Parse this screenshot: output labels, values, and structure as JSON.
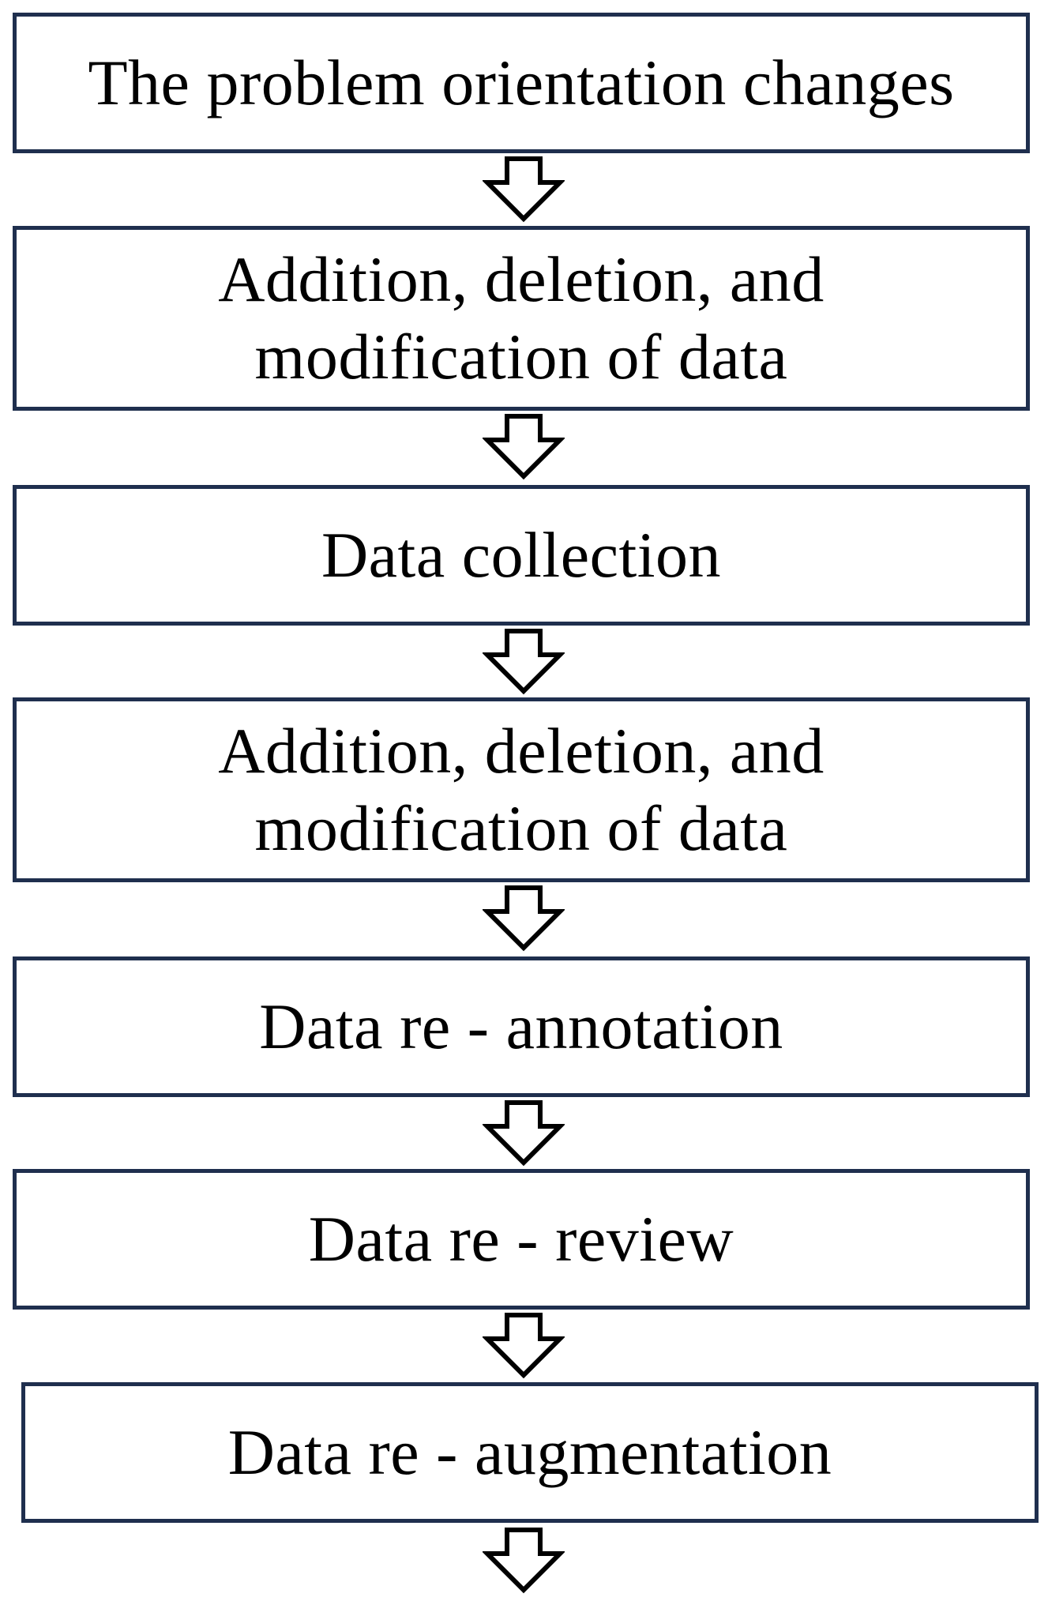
{
  "flowchart": {
    "steps": [
      {
        "label": "The problem orientation changes"
      },
      {
        "label": "Addition, deletion, and\nmodification of data"
      },
      {
        "label": "Data collection"
      },
      {
        "label": "Addition, deletion, and\nmodification of data"
      },
      {
        "label": "Data re - annotation"
      },
      {
        "label": "Data re - review"
      },
      {
        "label": "Data re - augmentation"
      }
    ]
  },
  "colors": {
    "box_border": "#1f2f4e",
    "arrow_stroke": "#000000",
    "text": "#000000"
  }
}
